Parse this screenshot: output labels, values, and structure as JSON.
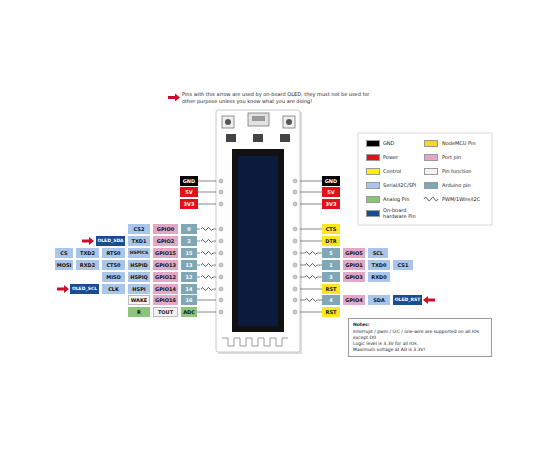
{
  "diagram": {
    "nodes": [
      {
        "text": [
          "GND"
        ]
      },
      {
        "text": [
          "GND"
        ]
      },
      {
        "text": [
          "5V"
        ]
      },
      {
        "text": [
          "5V"
        ]
      },
      {
        "text": [
          "3V3"
        ]
      },
      {
        "text": [
          "3V3"
        ]
      },
      {
        "text": [
          "CS2"
        ]
      },
      {
        "text": [
          "GPIO0"
        ]
      },
      {
        "text": [
          "0"
        ]
      },
      {
        "text": [
          "CTS"
        ]
      },
      {
        "text": [
          "OLED_SDA"
        ]
      },
      {
        "text": [
          "TXD1"
        ]
      },
      {
        "text": [
          "GPIO2"
        ]
      },
      {
        "text": [
          "2"
        ]
      },
      {
        "text": [
          "DTR"
        ]
      },
      {
        "text": [
          "CS"
        ]
      },
      {
        "text": [
          "TXD2"
        ]
      },
      {
        "text": [
          "RTS0"
        ]
      },
      {
        "text": [
          "HSPICS"
        ]
      },
      {
        "text": [
          "GPIO15"
        ]
      },
      {
        "text": [
          "15"
        ]
      },
      {
        "text": [
          "5"
        ]
      },
      {
        "text": [
          "GPIO5"
        ]
      },
      {
        "text": [
          "SCL"
        ]
      },
      {
        "text": [
          "MOSI"
        ]
      },
      {
        "text": [
          "RXD2"
        ]
      },
      {
        "text": [
          "CTS0"
        ]
      },
      {
        "text": [
          "HSPID"
        ]
      },
      {
        "text": [
          "GPIO13"
        ]
      },
      {
        "text": [
          "13"
        ]
      },
      {
        "text": [
          "1"
        ]
      },
      {
        "text": [
          "GPIO1"
        ]
      },
      {
        "text": [
          "TXD0"
        ]
      },
      {
        "text": [
          "CS1"
        ]
      },
      {
        "text": [
          "MISO"
        ]
      },
      {
        "text": [
          "HSPIQ"
        ]
      },
      {
        "text": [
          "GPIO12"
        ]
      },
      {
        "text": [
          "12"
        ]
      },
      {
        "text": [
          "3"
        ]
      },
      {
        "text": [
          "GPIO3"
        ]
      },
      {
        "text": [
          "RXD0"
        ]
      },
      {
        "text": [
          "OLED_SCL"
        ]
      },
      {
        "text": [
          "CLK"
        ]
      },
      {
        "text": [
          "HSPI"
        ]
      },
      {
        "text": [
          "GPIO14"
        ]
      },
      {
        "text": [
          "14"
        ]
      },
      {
        "text": [
          "RST"
        ]
      },
      {
        "text": [
          "WAKE"
        ]
      },
      {
        "text": [
          "GPIO16"
        ]
      },
      {
        "text": [
          "16"
        ]
      },
      {
        "text": [
          "4"
        ]
      },
      {
        "text": [
          "GPIO4"
        ]
      },
      {
        "text": [
          "SDA"
        ]
      },
      {
        "text": [
          "OLED_RST"
        ]
      },
      {
        "text": [
          "R"
        ]
      },
      {
        "text": [
          "TOUT"
        ]
      },
      {
        "text": [
          "ADC"
        ]
      },
      {
        "text": [
          "RST"
        ]
      },
      {
        "text": [
          "Notes:",
          "Interrupt / pwm / I2C / one-wire are supported on all IOs except D0",
          "Logic level is 3.3V for all IOs.",
          "Maximum voltage at A0 is 3.3V!"
        ]
      }
    ],
    "labels": [
      "Pins with this arrow are used by on-board OLED, they must not be used for other purpose unless you know what you are doing!"
    ],
    "legend": [
      {
        "text": "GND",
        "color": "#000000"
      },
      {
        "text": "NodeMCU Pin",
        "color": "#f6d32d"
      },
      {
        "text": "Power",
        "color": "#e3101a"
      },
      {
        "text": "Port pin",
        "color": "#e3a8c8"
      },
      {
        "text": "Control",
        "color": "#fff200"
      },
      {
        "text": "Pin function",
        "color": "#f7f2f2"
      },
      {
        "text": "Serial/I2C/SPI",
        "color": "#a9c5ea"
      },
      {
        "text": "Arduino pin",
        "color": "#7fa7b5"
      },
      {
        "text": "Analog Pin",
        "color": "#8cc47b"
      },
      {
        "text": "PWM/1Wire/I2C"
      },
      {
        "text": "On-board hardware Pin",
        "color": "#1a4d8f"
      }
    ]
  }
}
